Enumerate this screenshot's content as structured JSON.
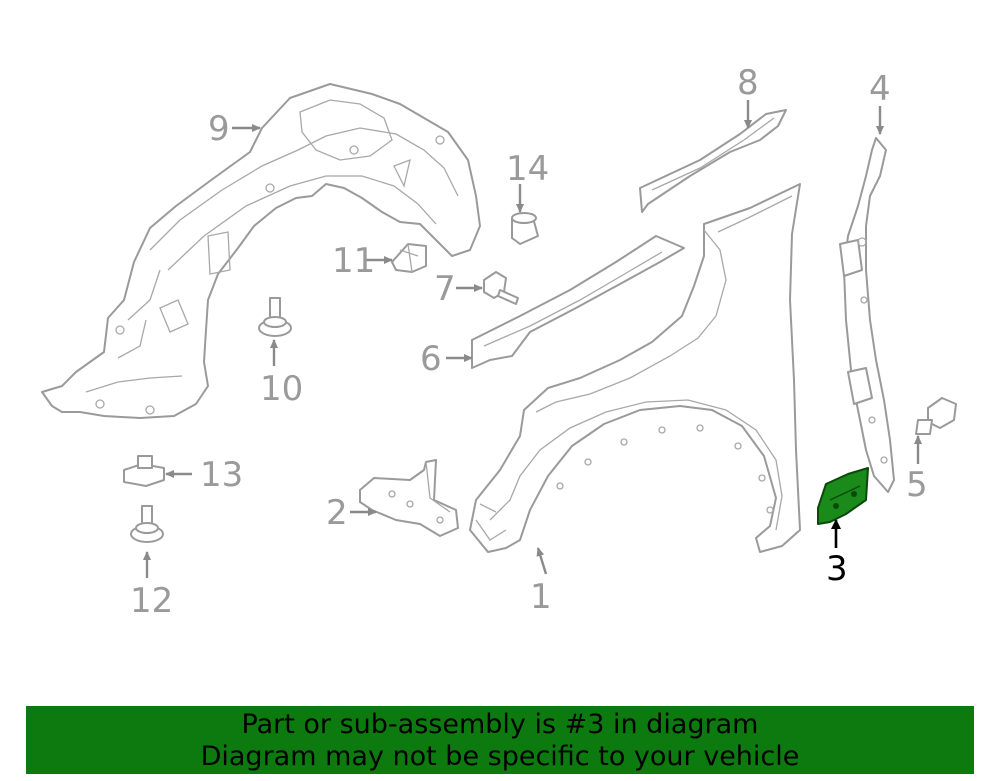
{
  "diagram": {
    "callouts": [
      {
        "id": 1,
        "label": "1"
      },
      {
        "id": 2,
        "label": "2"
      },
      {
        "id": 3,
        "label": "3",
        "highlighted": true
      },
      {
        "id": 4,
        "label": "4"
      },
      {
        "id": 5,
        "label": "5"
      },
      {
        "id": 6,
        "label": "6"
      },
      {
        "id": 7,
        "label": "7"
      },
      {
        "id": 8,
        "label": "8"
      },
      {
        "id": 9,
        "label": "9"
      },
      {
        "id": 10,
        "label": "10"
      },
      {
        "id": 11,
        "label": "11"
      },
      {
        "id": 12,
        "label": "12"
      },
      {
        "id": 13,
        "label": "13"
      },
      {
        "id": 14,
        "label": "14"
      }
    ],
    "highlight_color": "#1a8a1a",
    "line_color": "#9a9a9a"
  },
  "banner": {
    "line1": "Part or sub-assembly is #3 in diagram",
    "line2": "Diagram may not be specific to your vehicle",
    "background": "#0d7a10"
  }
}
